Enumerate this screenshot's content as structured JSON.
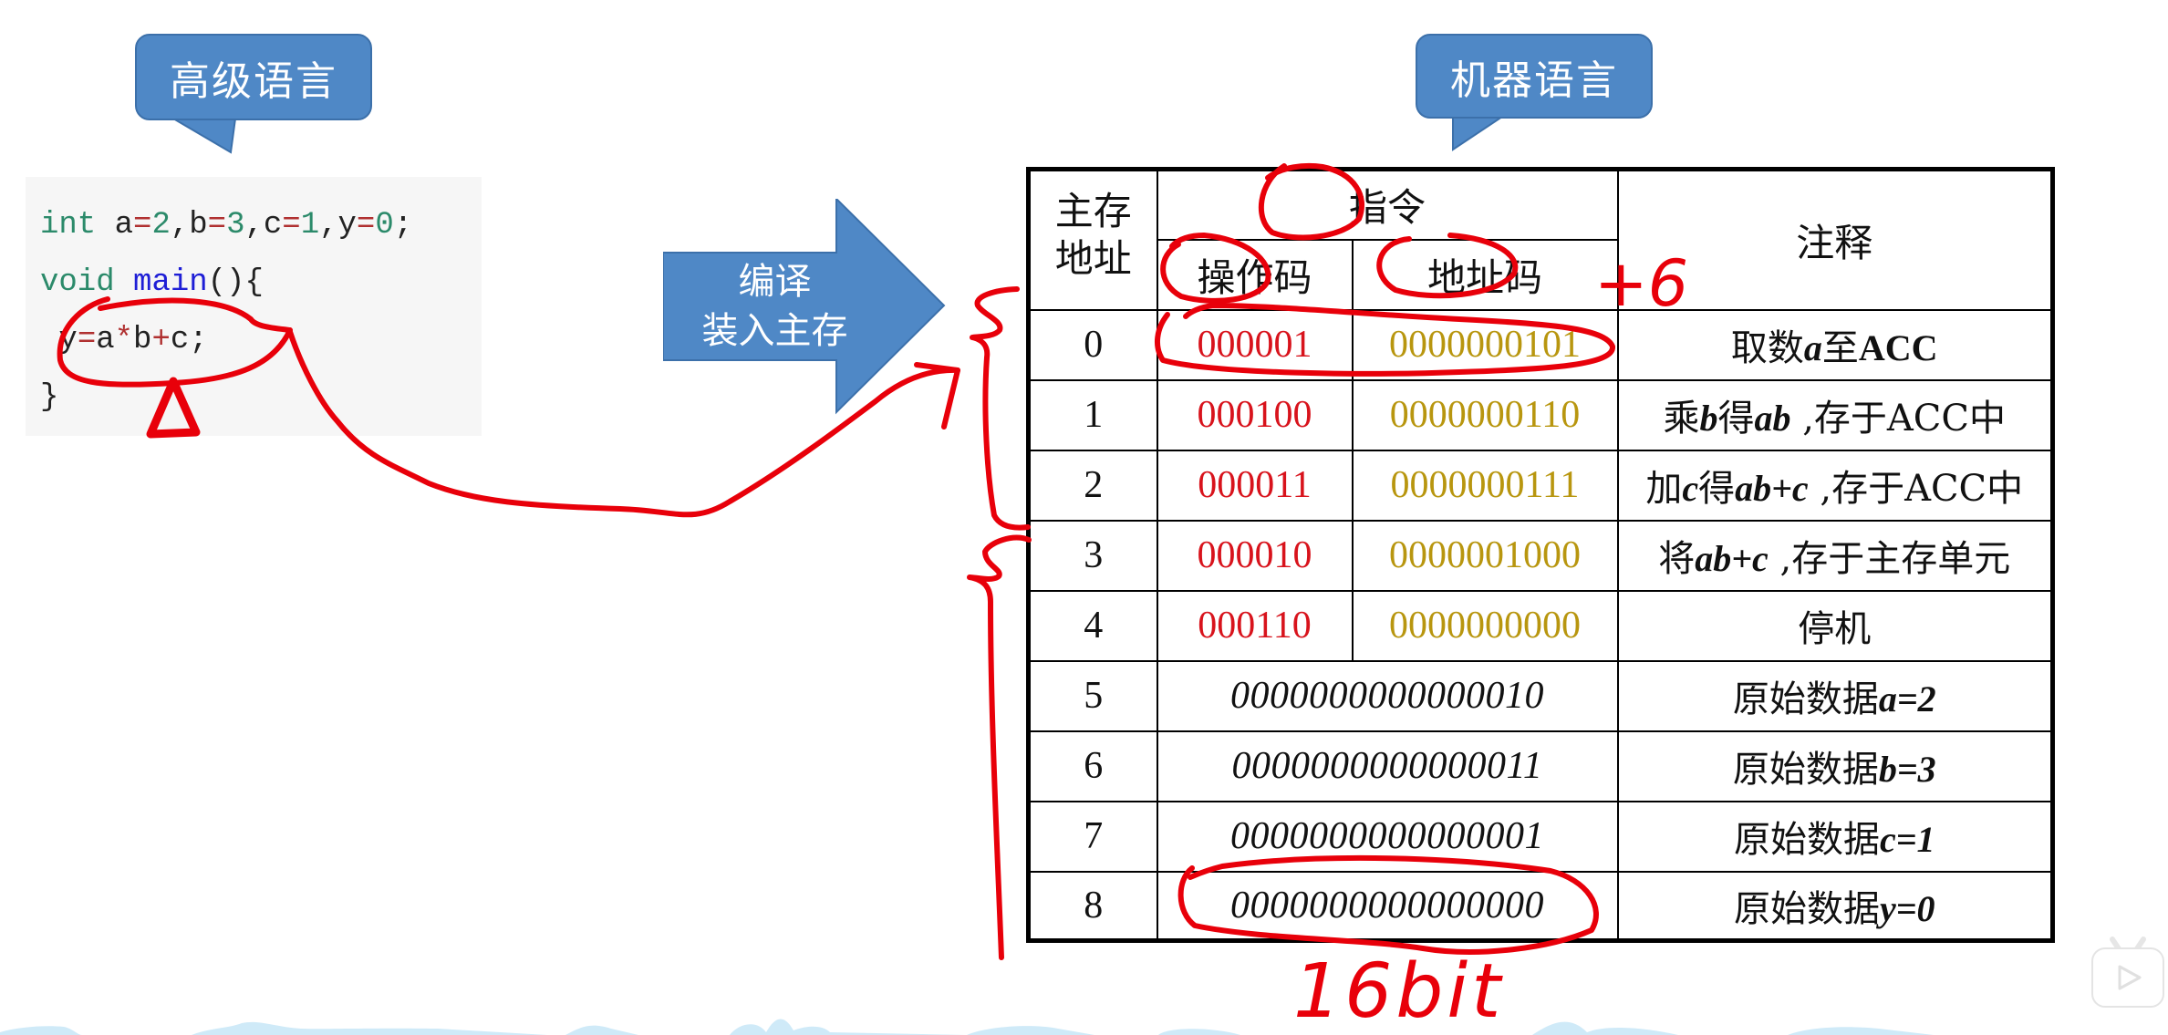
{
  "callouts": {
    "high_level": "高级语言",
    "machine": "机器语言"
  },
  "code": {
    "line1": {
      "kw": "int",
      "text": [
        " a",
        "=",
        "2",
        ",b",
        "=",
        "3",
        ",c",
        "=",
        "1",
        ",y",
        "=",
        "0",
        ";"
      ]
    },
    "line2": {
      "kw": "void",
      "fn": "main",
      "rest": "(){"
    },
    "line3": {
      "lhs": " y",
      "eq": "=",
      "a": "a",
      "mul": "*",
      "b": "b",
      "plus": "+",
      "c": "c;"
    },
    "line4": "}"
  },
  "compile_arrow": {
    "line1": "编译",
    "line2": "装入主存"
  },
  "table": {
    "headers": {
      "address": "主存地址",
      "address_l1": "主存",
      "address_l2": "地址",
      "instruction": "指令",
      "opcode": "操作码",
      "address_code": "地址码",
      "comment": "注释"
    },
    "instruction_rows": [
      {
        "addr": "0",
        "opcode": "000001",
        "address_code": "0000000101",
        "note_parts": [
          "取数",
          "a",
          "至",
          "ACC",
          ""
        ]
      },
      {
        "addr": "1",
        "opcode": "000100",
        "address_code": "0000000110",
        "note_parts": [
          "乘",
          "b",
          "得",
          "ab",
          " ,存于ACC中"
        ]
      },
      {
        "addr": "2",
        "opcode": "000011",
        "address_code": "0000000111",
        "note_parts": [
          "加",
          "c",
          "得",
          "ab+c",
          "  ,存于ACC中"
        ]
      },
      {
        "addr": "3",
        "opcode": "000010",
        "address_code": "0000001000",
        "note_parts": [
          "将",
          "ab+c",
          "",
          "",
          " ,存于主存单元"
        ]
      },
      {
        "addr": "4",
        "opcode": "000110",
        "address_code": "0000000000",
        "note_parts": [
          "停机",
          "",
          "",
          "",
          ""
        ]
      }
    ],
    "data_rows": [
      {
        "addr": "5",
        "value": "0000000000000010",
        "note": "原始数据",
        "var": "a=2"
      },
      {
        "addr": "6",
        "value": "0000000000000011",
        "note": "原始数据",
        "var": "b=3"
      },
      {
        "addr": "7",
        "value": "0000000000000001",
        "note": "原始数据",
        "var": "c=1"
      },
      {
        "addr": "8",
        "value": "0000000000000000",
        "note": "原始数据",
        "var": "y=0"
      }
    ]
  },
  "annotations": {
    "bit_width": "16bit",
    "field_width": "+6",
    "ink_color": "#e8000a"
  },
  "colors": {
    "callout_fill": "#4f88c6",
    "opcode": "#d8131c",
    "address_code": "#b8960f",
    "keyword": "#2b8a6a",
    "function": "#1e1ed6"
  },
  "watermark": {
    "icon": "tv-play-icon"
  }
}
